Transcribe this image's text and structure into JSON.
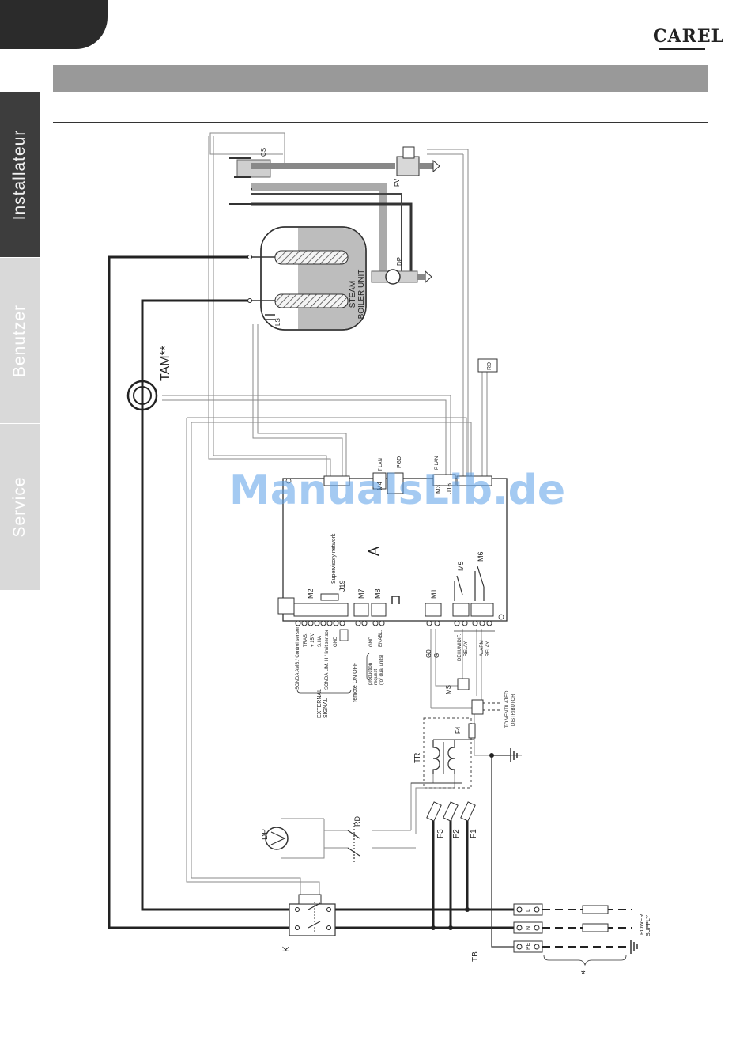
{
  "brand": {
    "logo": "CAREL"
  },
  "side_tabs": [
    "Installateur",
    "Benutzer",
    "Service"
  ],
  "watermark": "ManualsLib.de",
  "diagram": {
    "components": {
      "cs": "CS",
      "fv": "FV",
      "dp_top": "DP",
      "boiler_line1": "STEAM",
      "boiler_line2": "BOILER UNIT",
      "ls": "LS",
      "tam": "TAM**",
      "rd_box": "RD",
      "board": "A",
      "ms": "MS",
      "f4": "F4",
      "tr": "TR",
      "f1": "F1",
      "f2": "F2",
      "f3": "F3",
      "dp_pump": "DP",
      "rd_switch": "RD",
      "k": "K",
      "tb": "TB",
      "star": "*",
      "power_supply_1": "POWER",
      "power_supply_2": "SUPPLY",
      "to_vent_1": "TO VENTILATED",
      "to_vent_2": "DISTRIBUTOR",
      "term_l": "L",
      "term_n": "N",
      "term_pe": "PE"
    },
    "board_labels": {
      "m2": "M2",
      "m7": "M7",
      "m8": "M8",
      "j19": "J19",
      "supervisory": "Supervisory network",
      "m1": "M1",
      "m5": "M5",
      "m6": "M6",
      "m4": "M4",
      "m3": "M3",
      "j16": "J16",
      "tlan": "T LAN",
      "plan": "P LAN",
      "pgd": "PGD",
      "g0": "G0",
      "g": "G",
      "dehum": "DEHUMIDIF.",
      "dehum_relay": "RELAY",
      "alarm": "ALARM",
      "alarm_relay": "RELAY"
    },
    "signal_labels": {
      "s1": "SONDA AMB./ Control sensor",
      "s2": "TRAS.",
      "s3": "+ 15 V",
      "s4": "S.HA",
      "s5": "SONDA LIM. H / limit sensor",
      "s6": "GND",
      "external_1": "EXTERNAL",
      "external_2": "SIGNAL",
      "remote": "remote ON OFF",
      "gnd": "GND",
      "enable": "ENABL.",
      "production_1": "production",
      "production_2": "request",
      "production_3": "(for dual units)"
    }
  }
}
